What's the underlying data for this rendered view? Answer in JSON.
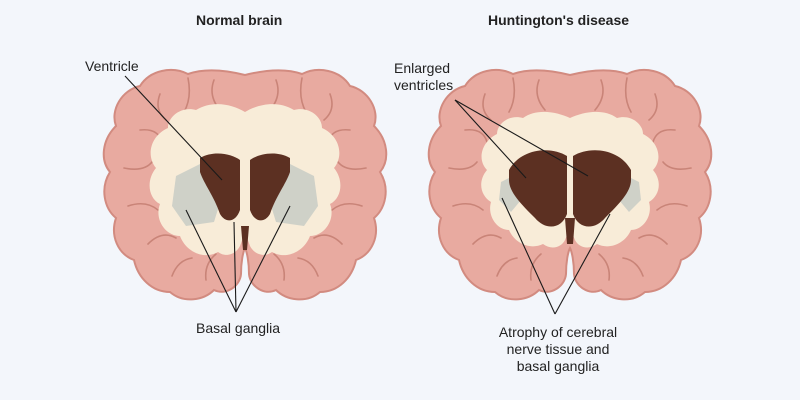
{
  "left_panel": {
    "title": "Normal brain",
    "ventricle_label": "Ventricle",
    "basal_ganglia_label": "Basal ganglia"
  },
  "right_panel": {
    "title": "Huntington's disease",
    "enlarged_ventricles_label": "Enlarged\nventricles",
    "atrophy_label": "Atrophy of cerebral\nnerve tissue and\nbasal ganglia"
  },
  "colors": {
    "background": "#f3f6fb",
    "cortex": "#e8aaa0",
    "cortex_outline": "#d28b80",
    "white_matter": "#f8ecd8",
    "ventricle": "#5c3022",
    "basal_ganglia": "#cfd1c8",
    "line": "#1a1a1a"
  }
}
